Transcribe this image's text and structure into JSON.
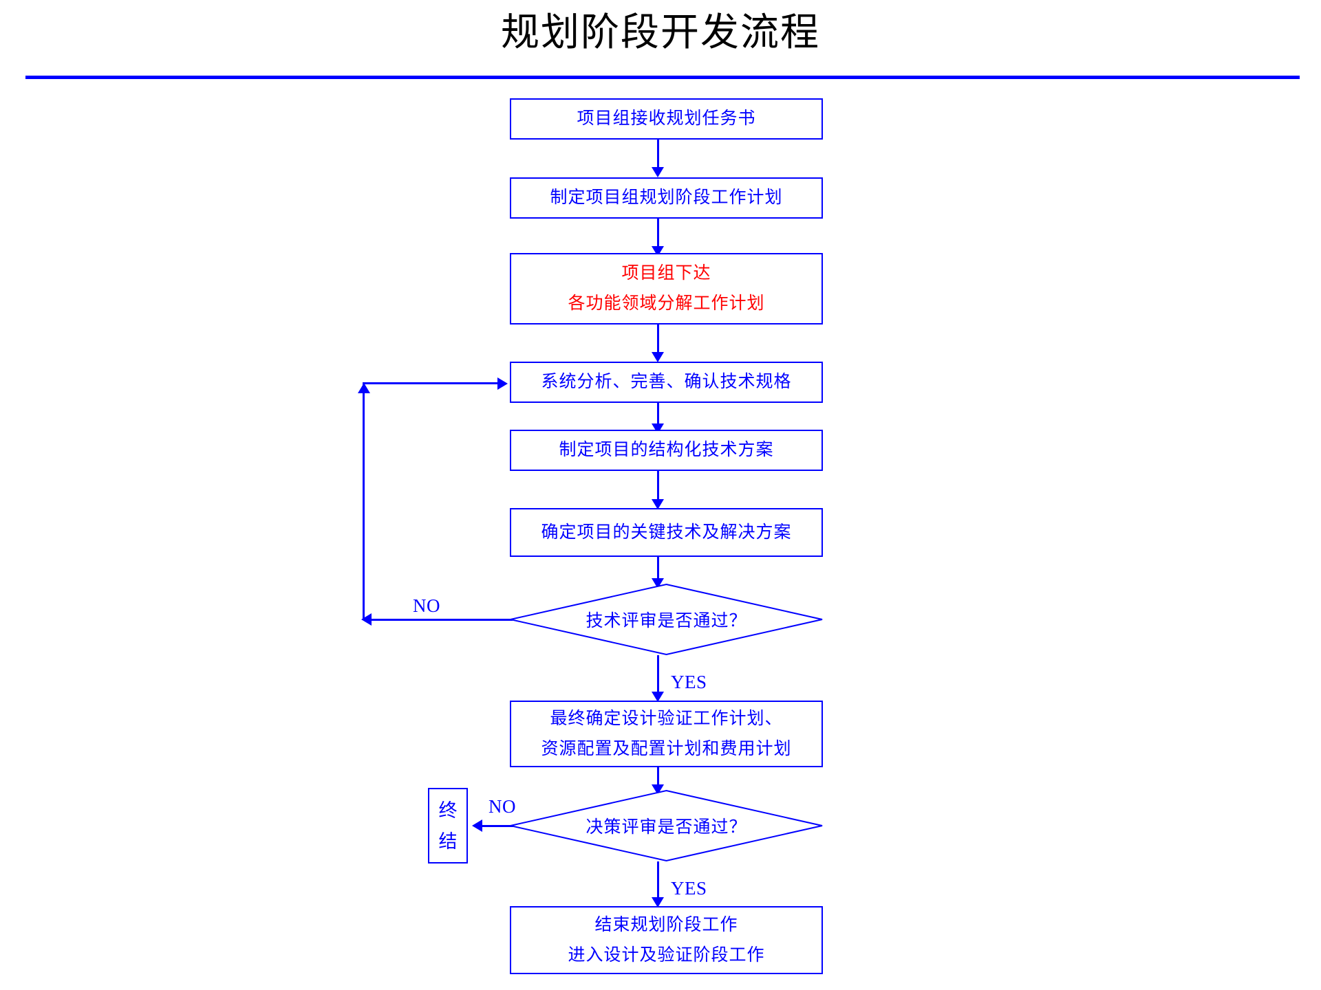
{
  "header": {
    "title": "规划阶段开发流程",
    "rule_color": "#0000FF"
  },
  "theme": {
    "stroke": "#0000FF",
    "node_text": "#0000FF",
    "highlight_text": "#FF0000",
    "title_text": "#000000",
    "background": "#FFFFFF"
  },
  "flowchart": {
    "type": "flowchart",
    "orientation": "top-to-bottom",
    "nodes": [
      {
        "id": "n1",
        "shape": "process",
        "lines": [
          "项目组接收规划任务书"
        ],
        "text_color": "#0000FF"
      },
      {
        "id": "n2",
        "shape": "process",
        "lines": [
          "制定项目组规划阶段工作计划"
        ],
        "text_color": "#0000FF"
      },
      {
        "id": "n3",
        "shape": "process",
        "lines": [
          "项目组下达",
          "各功能领域分解工作计划"
        ],
        "text_color": "#FF0000"
      },
      {
        "id": "n4",
        "shape": "process",
        "lines": [
          "系统分析、完善、确认技术规格"
        ],
        "text_color": "#0000FF"
      },
      {
        "id": "n5",
        "shape": "process",
        "lines": [
          "制定项目的结构化技术方案"
        ],
        "text_color": "#0000FF"
      },
      {
        "id": "n6",
        "shape": "process",
        "lines": [
          "确定项目的关键技术及解决方案"
        ],
        "text_color": "#0000FF"
      },
      {
        "id": "d1",
        "shape": "decision",
        "lines": [
          "技术评审是否通过？"
        ],
        "text_color": "#0000FF"
      },
      {
        "id": "n7",
        "shape": "process",
        "lines": [
          "最终确定设计验证工作计划、",
          "资源配置及配置计划和费用计划"
        ],
        "text_color": "#0000FF"
      },
      {
        "id": "d2",
        "shape": "decision",
        "lines": [
          "决策评审是否通过？"
        ],
        "text_color": "#0000FF"
      },
      {
        "id": "t1",
        "shape": "terminator",
        "lines": [
          "终",
          "结"
        ],
        "text_color": "#0000FF"
      },
      {
        "id": "n8",
        "shape": "process",
        "lines": [
          "结束规划阶段工作",
          "进入设计及验证阶段工作"
        ],
        "text_color": "#0000FF"
      }
    ],
    "edges": [
      {
        "from": "n1",
        "to": "n2",
        "label": ""
      },
      {
        "from": "n2",
        "to": "n3",
        "label": ""
      },
      {
        "from": "n3",
        "to": "n4",
        "label": ""
      },
      {
        "from": "n4",
        "to": "n5",
        "label": ""
      },
      {
        "from": "n5",
        "to": "n6",
        "label": ""
      },
      {
        "from": "n6",
        "to": "d1",
        "label": ""
      },
      {
        "from": "d1",
        "to": "n4",
        "label": "NO"
      },
      {
        "from": "d1",
        "to": "n7",
        "label": "YES"
      },
      {
        "from": "n7",
        "to": "d2",
        "label": ""
      },
      {
        "from": "d2",
        "to": "t1",
        "label": "NO"
      },
      {
        "from": "d2",
        "to": "n8",
        "label": "YES"
      }
    ],
    "edge_labels": {
      "tech_review_no": "NO",
      "tech_review_yes": "YES",
      "decision_review_no": "NO",
      "decision_review_yes": "YES"
    }
  }
}
